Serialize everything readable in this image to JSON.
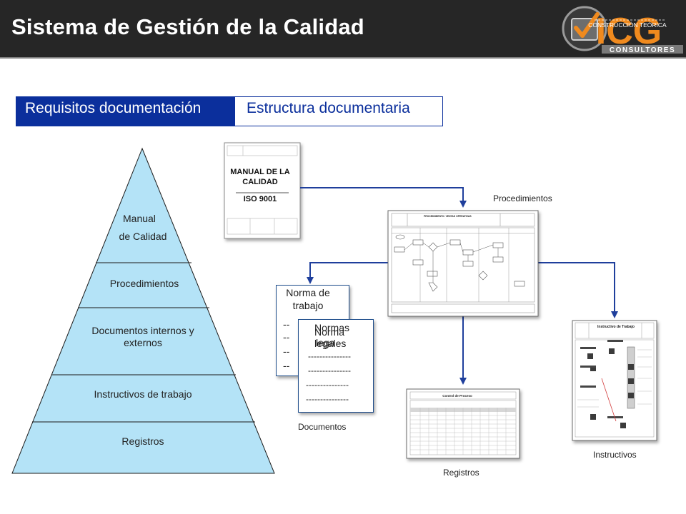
{
  "header": {
    "title": "Sistema de Gestión de la Calidad"
  },
  "logo": {
    "mark": "ICG",
    "tagline": "CONSTRUCCIÓN TEÓRICA",
    "brand": "CONSULTORES"
  },
  "tabs": [
    {
      "label": "Requisitos documentación"
    },
    {
      "label": "Estructura documentaria"
    }
  ],
  "pyramid": {
    "levels": [
      {
        "line1": "Manual",
        "line2": "de Calidad"
      },
      {
        "line1": "Procedimientos"
      },
      {
        "line1": "Documentos internos y externos"
      },
      {
        "line1": "Instructivos de trabajo"
      },
      {
        "line1": "Registros"
      }
    ]
  },
  "manual_doc": {
    "title_line1": "MANUAL DE LA",
    "title_line2": "CALIDAD",
    "standard": "ISO 9001"
  },
  "norma_trabajo": {
    "title_line1": "Norma de",
    "title_line2": "trabajo",
    "lines": [
      "--",
      "--",
      "--",
      "--"
    ]
  },
  "normas_legales": {
    "title_line1": "Normas",
    "title_line2": "legales",
    "overlay_line1": "Norma",
    "overlay_line2": "lega",
    "lines": [
      "---------------",
      "---------------",
      "---------------",
      "---------------"
    ]
  },
  "procedimiento_doc": {
    "heading": "PROCEDIMIENTO: VENTAS OPERATIVAS"
  },
  "registro_doc": {
    "heading": "Control de Proceso"
  },
  "instructivo_doc": {
    "heading": "Instructivo de Trabajo"
  },
  "captions": {
    "procedimientos": "Procedimientos",
    "documentos": "Documentos",
    "registros": "Registros",
    "instructivos": "Instructivos"
  },
  "colors": {
    "header_bg": "#262626",
    "tab_blue": "#0b2f9c",
    "pyramid_fill": "#b4e3f7",
    "arrow_blue": "#1f3f9c",
    "logo_orange": "#f08a1e"
  }
}
